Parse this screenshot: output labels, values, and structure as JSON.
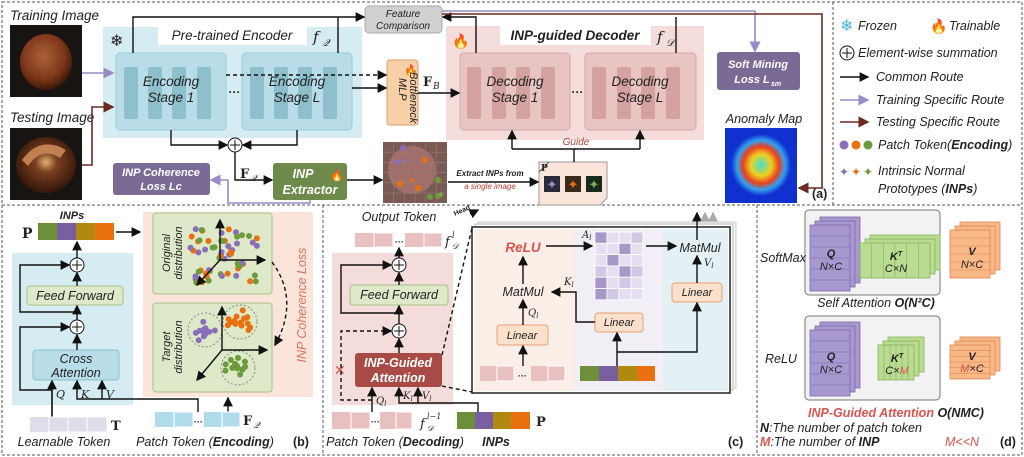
{
  "colors": {
    "encoder_bg": "#d5ecf2",
    "decoder_bg": "#f3dcda",
    "inp_green": "#6d8f3a",
    "inp_purple": "#7a5fa0",
    "inp_mustard": "#b08a10",
    "inp_orange": "#e8700f",
    "training_route": "#9a8cc8",
    "testing_route": "#6b2a22",
    "accent_red": "#d9534f"
  },
  "panel_a": {
    "training_image_label": "Training Image",
    "testing_image_label": "Testing Image",
    "encoder": {
      "title": "Pre-trained Encoder",
      "sym": "f",
      "sym_sub": "𝒬",
      "stage1_l1": "Encoding",
      "stage1_l2": "Stage 1",
      "stagel_l1": "Encoding",
      "stagel_l2": "Stage L",
      "ellipsis": "···"
    },
    "feature_comparison_l1": "Feature",
    "feature_comparison_l2": "Comparison",
    "mlp_l1": "MLP",
    "mlp_l2": "Bottleneck",
    "f_b": {
      "base": "F",
      "sub": "B"
    },
    "decoder": {
      "title": "INP-guided Decoder",
      "sym": "f",
      "sym_sub": "𝒟",
      "stage1_l1": "Decoding",
      "stage1_l2": "Stage 1",
      "stagel_l1": "Decoding",
      "stagel_l2": "Stage L",
      "ellipsis": "···"
    },
    "soft_mining_l1": "Soft Mining",
    "soft_mining_l2": "Loss L",
    "soft_mining_sub": "sm",
    "anomaly_map_label": "Anomaly Map",
    "f_q": {
      "base": "F",
      "sub": "𝒬"
    },
    "inp_extractor_l1": "INP",
    "inp_extractor_l2": "Extractor",
    "coherence_l1": "INP Coherence",
    "coherence_l2": "Loss Lc",
    "extract_l1": "Extract INPs from",
    "extract_l2": "a single image",
    "guide": "Guide",
    "p_card": "P",
    "panel_label": "(a)"
  },
  "legend": {
    "frozen": "Frozen",
    "trainable": "Trainable",
    "summation": "Element-wise summation",
    "common_route": "Common Route",
    "training_route": "Training Specific Route",
    "testing_route": "Testing Specific Route",
    "patch_token_pre": "Patch Token(",
    "patch_token_bold": "Encoding",
    "patch_token_post": ")",
    "inp_l1": "Intrinsic Normal",
    "inp_l2_pre": "Prototypes (",
    "inp_l2_bold": "INPs",
    "inp_l2_post": ")"
  },
  "panel_b": {
    "inps_label": "INPs",
    "p_symbol": "P",
    "feed_forward": "Feed Forward",
    "cross_attention_l1": "Cross",
    "cross_attention_l2": "Attention",
    "q": "Q",
    "k": "K",
    "v": "V",
    "t_symbol": "T",
    "learnable_token": "Learnable Token",
    "f_q": {
      "base": "F",
      "sub": "𝒬"
    },
    "patch_token_pre": "Patch Token (",
    "patch_token_bold": "Encoding",
    "patch_token_post": ")",
    "original_l1": "Original",
    "original_l2": "distribution",
    "target_l1": "Target",
    "target_l2": "distribution",
    "coherence_loss": "INP Coherence Loss",
    "ellipsis": "···",
    "panel_label": "(b)"
  },
  "panel_c": {
    "output_token": "Output Token",
    "f_dl": {
      "base": "f",
      "sub": "𝒟",
      "sup": "l"
    },
    "f_dl1": {
      "base": "f",
      "sub": "𝒟",
      "sup": "l−1"
    },
    "feed_forward": "Feed Forward",
    "attention_l1": "INP-Guided",
    "attention_l2": "Attention",
    "q": "Q",
    "k": "K",
    "v": "V",
    "idx": "l",
    "p_symbol": "P",
    "patch_token_pre": "Patch Token (",
    "patch_token_bold": "Decoding",
    "patch_token_post": ")",
    "inps": "INPs",
    "head": "Head",
    "relu": "ReLU",
    "a_l": "A",
    "matmul": "MatMul",
    "linear": "Linear",
    "ellipsis": "···",
    "panel_label": "(c)"
  },
  "panel_d": {
    "softmax": "SoftMax",
    "relu": "ReLU",
    "q": "Q",
    "kt": "K",
    "kt_sup": "T",
    "v": "V",
    "nxc": "N×C",
    "cxn": "C×N",
    "cx": "C×",
    "m": "M",
    "xc": "×C",
    "self_attention": "Self Attention ",
    "self_attention_cost": "O(N²C)",
    "inp_attention": "INP-Guided Attention ",
    "inp_attention_cost": "O(NMC)",
    "n_def_sym": "N",
    "n_def": ":The number of patch token",
    "m_def_sym": "M",
    "m_def_pre": ":The number of ",
    "m_def_bold": "INP",
    "m_ll_n": "M<<N",
    "panel_label": "(d)"
  }
}
